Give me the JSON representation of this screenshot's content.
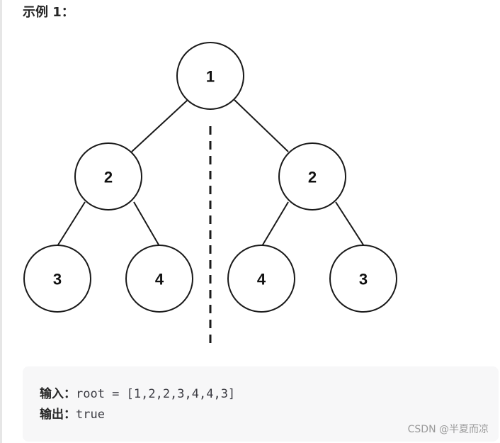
{
  "heading": "示例 1：",
  "tree": {
    "nodes": [
      {
        "id": "root",
        "label": "1"
      },
      {
        "id": "left",
        "label": "2"
      },
      {
        "id": "right",
        "label": "2"
      },
      {
        "id": "left-left",
        "label": "3"
      },
      {
        "id": "left-right",
        "label": "4"
      },
      {
        "id": "right-left",
        "label": "4"
      },
      {
        "id": "right-right",
        "label": "3"
      }
    ]
  },
  "example": {
    "input_label": "输入：",
    "input_value": "root = [1,2,2,3,4,4,3]",
    "output_label": "输出：",
    "output_value": "true"
  },
  "watermark": "CSDN @半夏而凉"
}
